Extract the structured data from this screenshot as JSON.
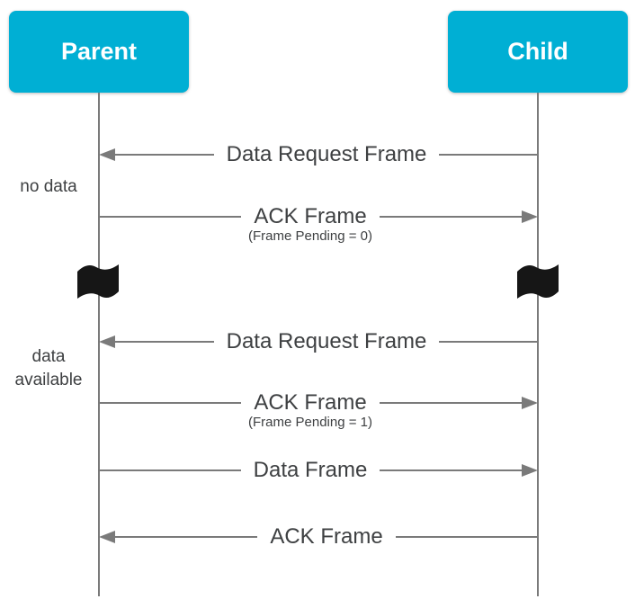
{
  "diagram": {
    "title": "Parent-Child data polling sequence",
    "colors": {
      "actor_bg": "#00AFD4",
      "actor_text": "#ffffff",
      "line_gray": "#7a7a7a",
      "label_text": "#3e4042",
      "flag_black": "#161616"
    },
    "actors": [
      {
        "id": "parent",
        "label": "Parent"
      },
      {
        "id": "child",
        "label": "Child"
      }
    ],
    "messages": [
      {
        "label": "Data Request Frame",
        "sublabel": "",
        "from": "child",
        "to": "parent",
        "direction": "left"
      },
      {
        "label": "ACK Frame",
        "sublabel": "(Frame Pending = 0)",
        "from": "parent",
        "to": "child",
        "direction": "right"
      },
      {
        "label": "Data Request Frame",
        "sublabel": "",
        "from": "child",
        "to": "parent",
        "direction": "left"
      },
      {
        "label": "ACK Frame",
        "sublabel": "(Frame Pending = 1)",
        "from": "parent",
        "to": "child",
        "direction": "right"
      },
      {
        "label": "Data Frame",
        "sublabel": "",
        "from": "parent",
        "to": "child",
        "direction": "right"
      },
      {
        "label": "ACK Frame",
        "sublabel": "",
        "from": "child",
        "to": "parent",
        "direction": "left"
      }
    ],
    "side_notes": [
      {
        "label": "no data"
      },
      {
        "label": "data available"
      }
    ],
    "icons": [
      {
        "name": "wait-flag-parent",
        "glyph": "black waving flag"
      },
      {
        "name": "wait-flag-child",
        "glyph": "black waving flag"
      }
    ]
  }
}
